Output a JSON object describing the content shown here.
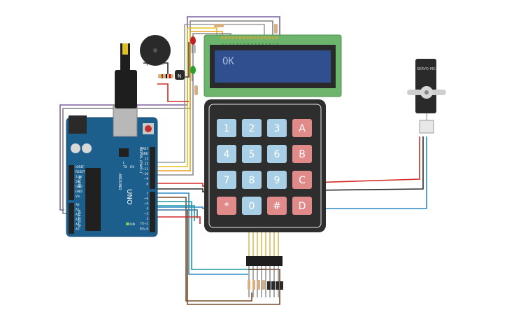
{
  "lcd": {
    "text": "OK",
    "pin_labels": [
      "GND",
      "VCC",
      "V0",
      "RS",
      "RW",
      "E",
      "D0",
      "D1",
      "D2",
      "D3",
      "D4",
      "D5",
      "D6",
      "D7",
      "A",
      "K"
    ]
  },
  "keypad": {
    "keys": [
      "1",
      "2",
      "3",
      "A",
      "4",
      "5",
      "6",
      "B",
      "7",
      "8",
      "9",
      "C",
      "*",
      "0",
      "#",
      "D"
    ]
  },
  "arduino": {
    "brand": "ARDUINO",
    "model": "UNO",
    "top_labels": [
      "AREF",
      "GND",
      "13",
      "12",
      "~11",
      "~10",
      "~9",
      "8"
    ],
    "mid_labels": [
      "7",
      "~6",
      "~5",
      "4",
      "~3",
      "2",
      "TX➝1",
      "RX←0"
    ],
    "power_labels": [
      "IOREF",
      "RESET",
      "3.3V",
      "5V",
      "GND",
      "GND",
      "Vin"
    ],
    "analog_labels": [
      "A0",
      "A1",
      "A2",
      "A3",
      "A4",
      "A5"
    ],
    "digital_header": "DIGITAL (PWM~)",
    "power_header": "POWER",
    "analog_header": "ANALOG IN",
    "tx_label": "TX",
    "rx_label": "RX",
    "l_label": "L",
    "on_label": "ON"
  },
  "servo": {
    "label": "SERVO-MG"
  },
  "buzzer": {
    "plus": "+",
    "minus": "-"
  },
  "transistor": {
    "label": "N"
  },
  "colors": {
    "lcd_board": "#6db56d",
    "lcd_screen": "#2f4f8f",
    "lcd_text": "#a9b9dd",
    "keypad_body": "#2e2e2e",
    "key_blue": "#a9cfe6",
    "key_red": "#e08a8a",
    "arduino_board": "#1c5f8c",
    "wire_red": "#d42b2b",
    "wire_black": "#2b2b2b",
    "wire_blue": "#2b8ac9",
    "wire_brown": "#7a4a2a",
    "wire_yellow": "#e8c020",
    "wire_teal": "#1a9aa0"
  }
}
